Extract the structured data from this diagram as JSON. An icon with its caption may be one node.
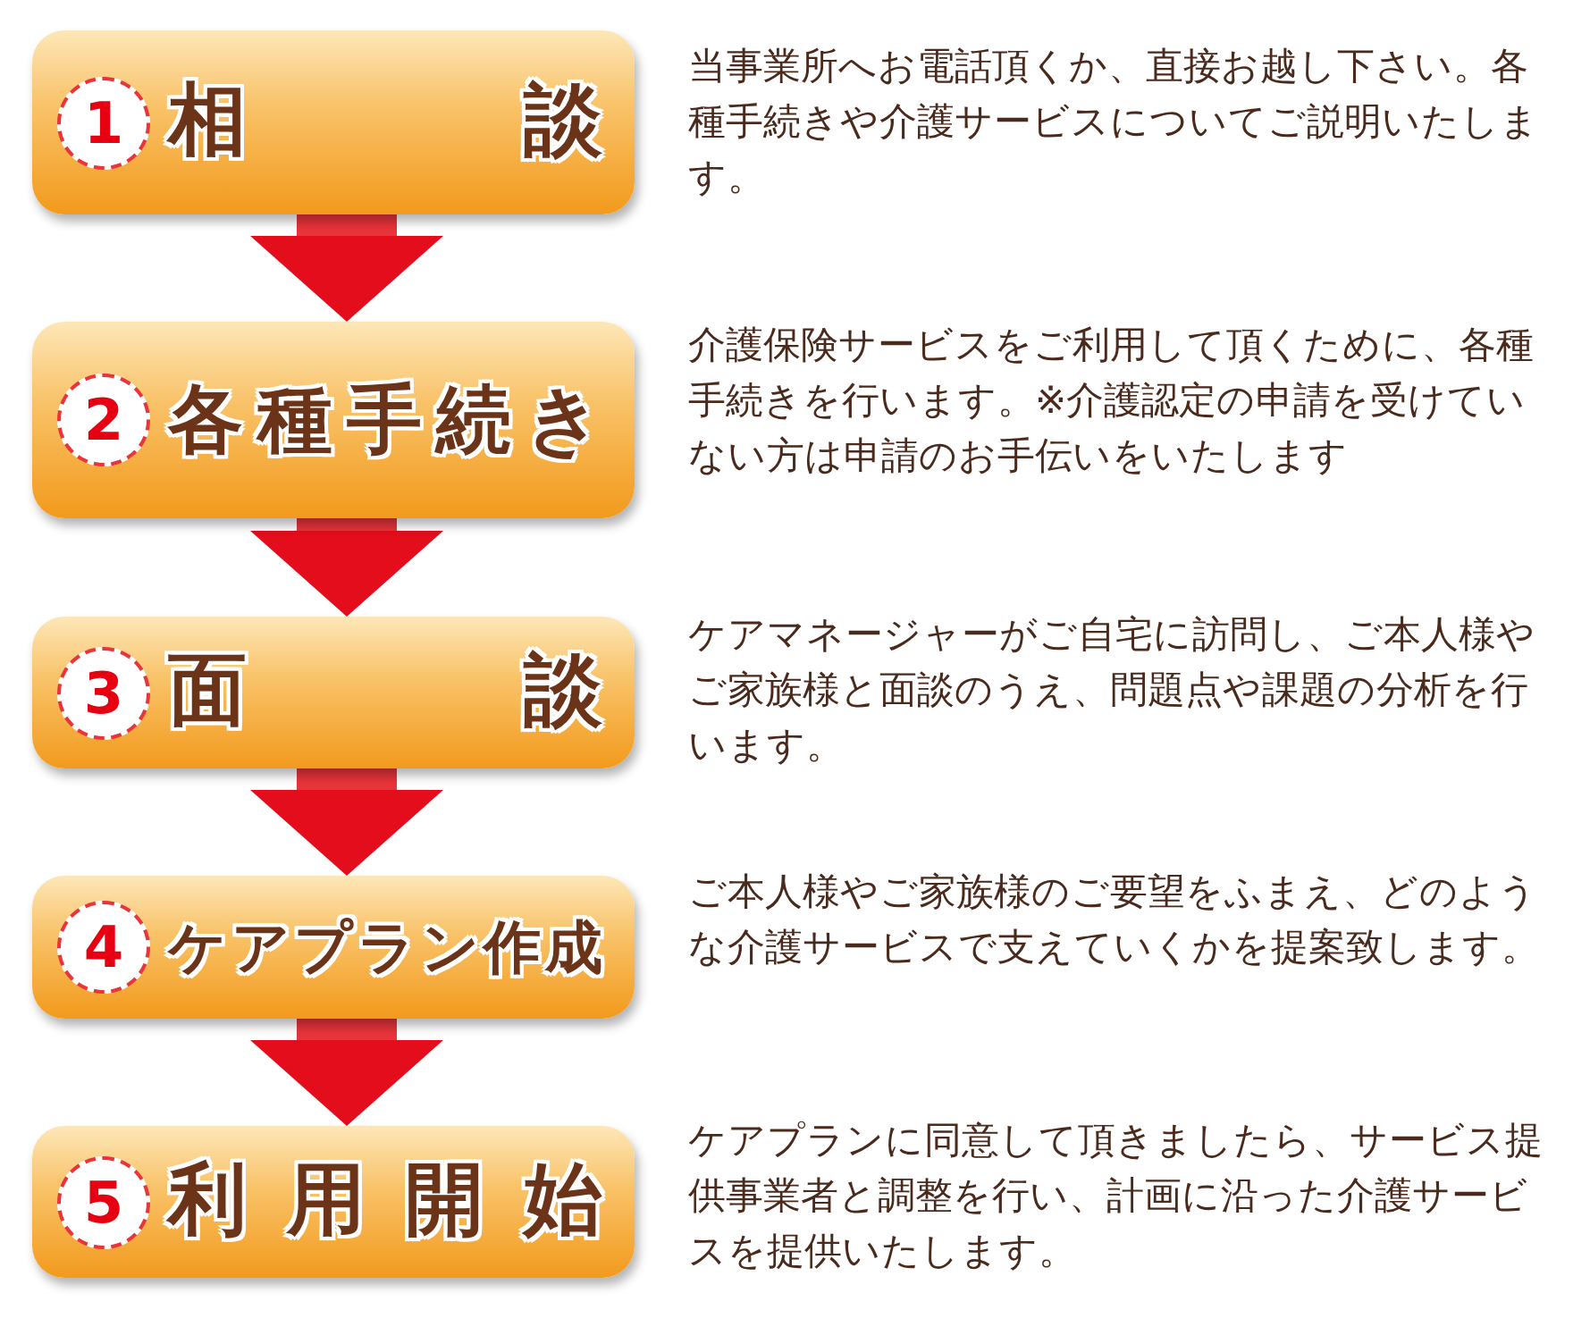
{
  "diagram": {
    "nodes": [
      {
        "text": [
          "相談"
        ],
        "beside": [
          "当事業所へお電話頂くか、直接お越し下さい。各種手続きや介護サービスについてご説明いたします。"
        ]
      },
      {
        "text": [
          "1"
        ],
        "in": 0
      },
      {
        "text": [
          "各種手続き"
        ],
        "beside": [
          "介護保険サービスをご利用して頂くために、各種手続きを行います。※介護認定の申請を受けていない方は申請のお手伝いをいたします"
        ]
      },
      {
        "text": [
          "2"
        ],
        "in": 2
      },
      {
        "text": [
          "面談"
        ],
        "beside": [
          "ケアマネージャーがご自宅に訪問し、ご本人様やご家族様と面談のうえ、問題点や課題の分析を行います。"
        ]
      },
      {
        "text": [
          "3"
        ],
        "in": 4
      },
      {
        "text": [
          "ケアプラン作成"
        ],
        "beside": [
          "ご本人様やご家族様のご要望をふまえ、どのような介護サービスで支えていくかを提案致します。"
        ]
      },
      {
        "text": [
          "4"
        ],
        "in": 6
      },
      {
        "text": [
          "利用開始"
        ],
        "beside": [
          "ケアプランに同意して頂きましたら、サービス提供事業者と調整を行い、計画に沿った介護サービスを提供いたします。"
        ]
      },
      {
        "text": [
          "5"
        ],
        "in": 8
      }
    ],
    "edges": [
      {
        "from": 0,
        "to": 2,
        "arrow": "to"
      },
      {
        "from": 2,
        "to": 4,
        "arrow": "to"
      },
      {
        "from": 4,
        "to": 6,
        "arrow": "to"
      },
      {
        "from": 6,
        "to": 8,
        "arrow": "to"
      }
    ]
  }
}
